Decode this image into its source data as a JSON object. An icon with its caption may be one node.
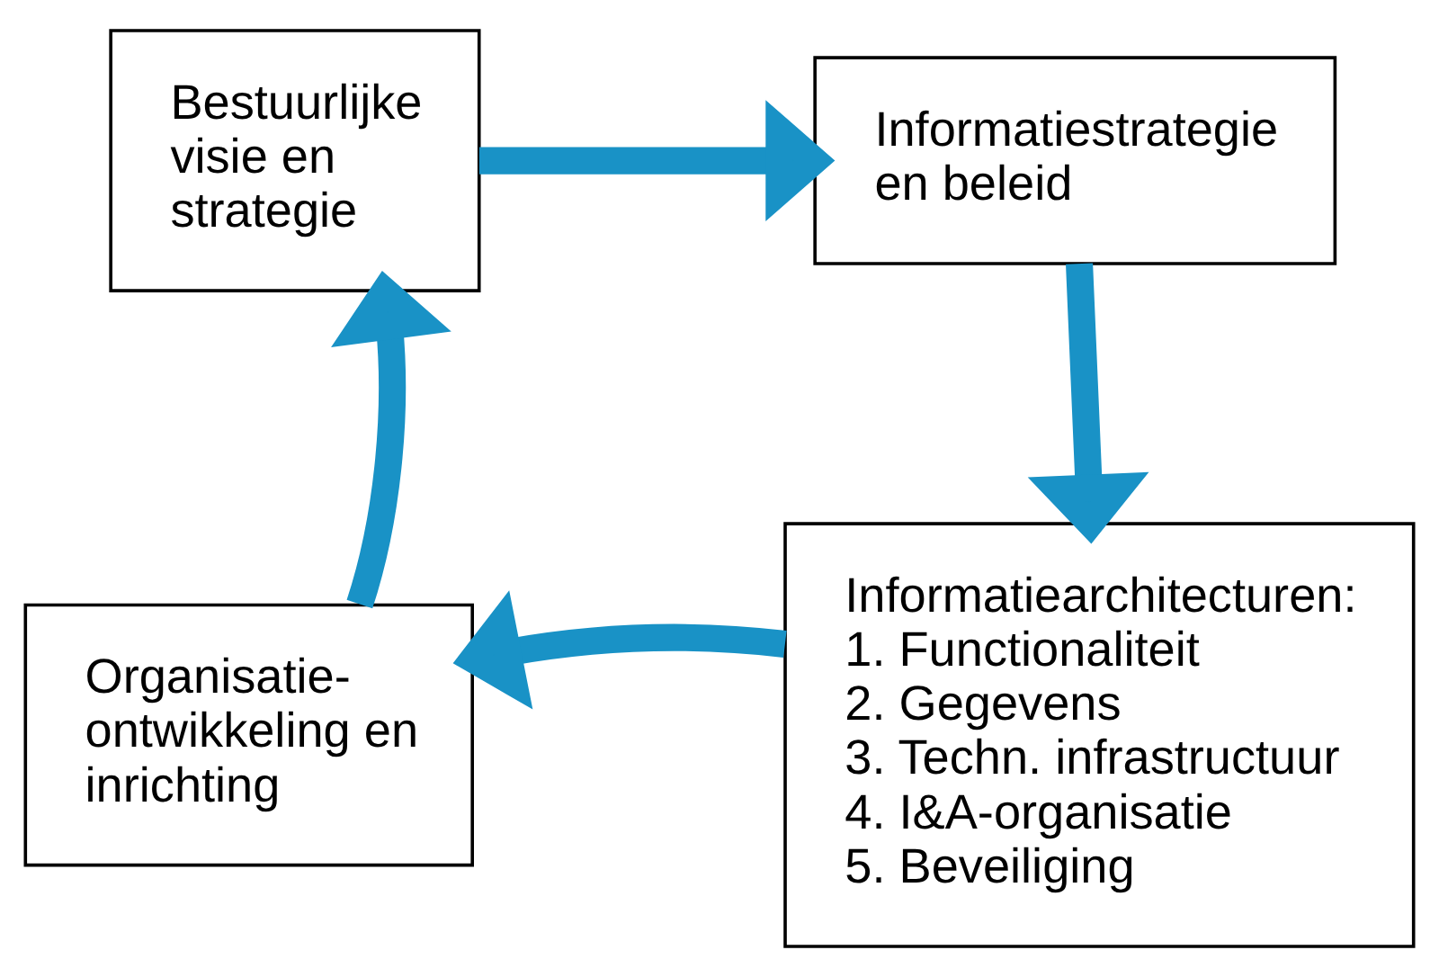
{
  "diagram": {
    "nodes": [
      {
        "text": [
          "Bestuurlijke visie en strategie"
        ]
      },
      {
        "text": [
          "Informatiestrategie en beleid"
        ]
      },
      {
        "text": [
          "Informatiearchitecturen:",
          "1. Functionaliteit",
          "2. Gegevens",
          "3. Techn. infrastructuur",
          "4. I&A-organisatie",
          "5. Beveiliging"
        ]
      },
      {
        "text": [
          "Organisatie- ontwikkeling en inrichting"
        ]
      }
    ],
    "edges": [
      {
        "from": 0,
        "to": 1,
        "arrow": "to"
      },
      {
        "from": 1,
        "to": 2,
        "arrow": "to"
      },
      {
        "from": 2,
        "to": 3,
        "arrow": "to"
      },
      {
        "from": 3,
        "to": 0,
        "arrow": "to"
      }
    ]
  }
}
